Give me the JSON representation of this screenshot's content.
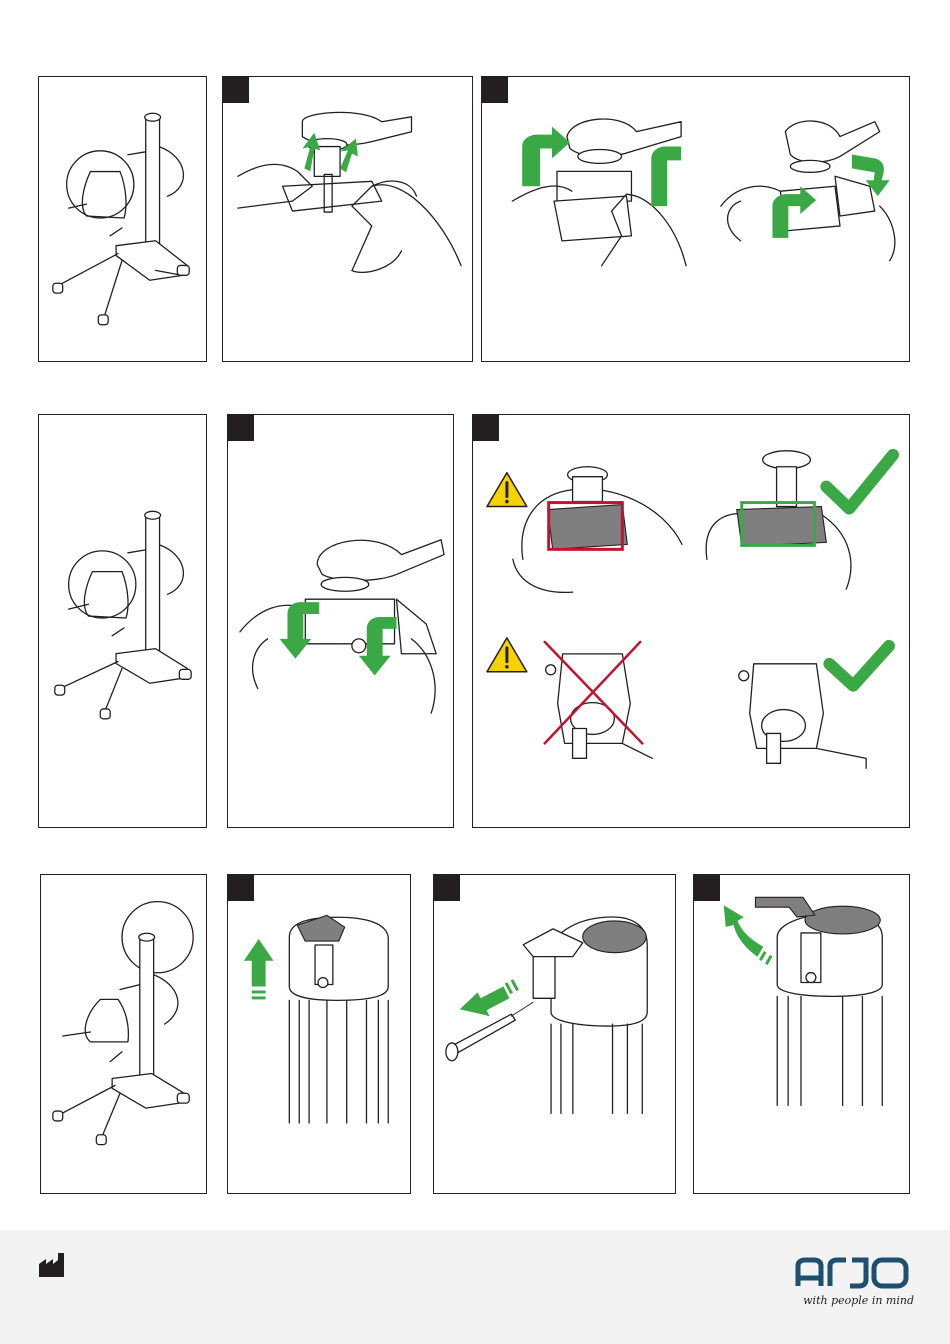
{
  "document": {
    "brand_color": "#1d4f6e",
    "accent_green": "#3aa845",
    "warning_red": "#c4122f",
    "warning_yellow": "#f6d200"
  },
  "rows": [
    {
      "panels": [
        {
          "name": "overview-lift-row1",
          "badge": false,
          "icons": [
            "patient-lift-overview-icon"
          ]
        },
        {
          "name": "step-lift-spreader-bar",
          "badge": true,
          "icons": [
            "hands-lift-icon",
            "arrow-up-icon"
          ]
        },
        {
          "name": "step-rotate-attach",
          "badge": true,
          "icons": [
            "hands-rotate-icon",
            "rotate-arrow-icon"
          ]
        }
      ]
    },
    {
      "panels": [
        {
          "name": "overview-lift-row2",
          "badge": false,
          "icons": [
            "patient-lift-overview-icon"
          ]
        },
        {
          "name": "step-lower-spreader-bar",
          "badge": true,
          "icons": [
            "hands-lower-icon",
            "arrow-down-icon"
          ]
        },
        {
          "name": "step-check-position",
          "badge": true,
          "icons": [
            "warning-icon",
            "cross-icon",
            "checkmark-icon"
          ]
        }
      ]
    },
    {
      "panels": [
        {
          "name": "overview-lift-row3",
          "badge": false,
          "icons": [
            "patient-lift-overview-icon"
          ]
        },
        {
          "name": "step-lift-cap",
          "badge": true,
          "icons": [
            "mast-top-icon",
            "arrow-up-icon"
          ]
        },
        {
          "name": "step-remove-pin",
          "badge": true,
          "icons": [
            "pin-icon",
            "arrow-left-icon"
          ]
        },
        {
          "name": "step-open-cover",
          "badge": true,
          "icons": [
            "cover-icon",
            "curved-arrow-icon"
          ]
        }
      ]
    }
  ],
  "footer": {
    "manufacturer_icon": "factory-icon",
    "logo": "arjo",
    "tagline": "with people in mind"
  }
}
